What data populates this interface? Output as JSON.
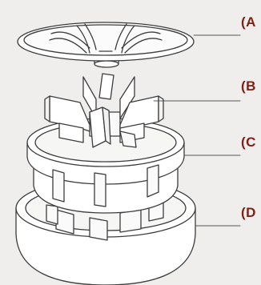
{
  "labels": {
    "a": "(A",
    "b": "(B",
    "c": "(C",
    "d": "(D"
  },
  "colors": {
    "background": "#efeeec",
    "label": "#7a2215",
    "line": "#3d3d3d",
    "fill": "#ffffff"
  },
  "parts": [
    {
      "id": "A",
      "icon": "sieve-lid"
    },
    {
      "id": "B",
      "icon": "blade-insert"
    },
    {
      "id": "C",
      "icon": "upper-ring"
    },
    {
      "id": "D",
      "icon": "base-bowl"
    }
  ]
}
